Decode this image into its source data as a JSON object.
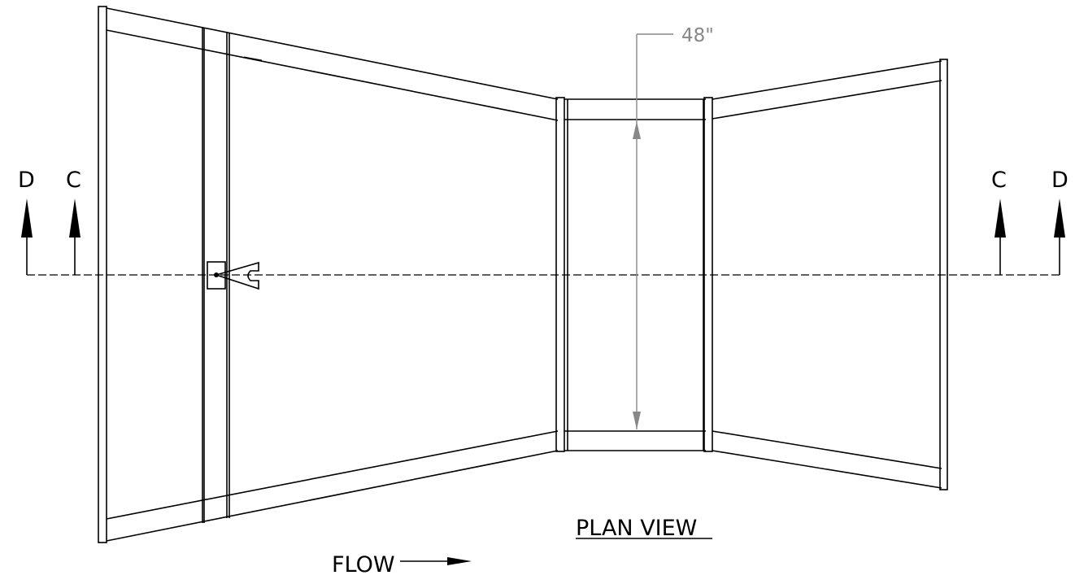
{
  "section_labels": {
    "left_outer": "D",
    "left_inner": "C",
    "right_inner": "C",
    "right_outer": "D"
  },
  "dimension": {
    "height": "48\""
  },
  "view_title": "PLAN VIEW",
  "flow_label": "FLOW"
}
